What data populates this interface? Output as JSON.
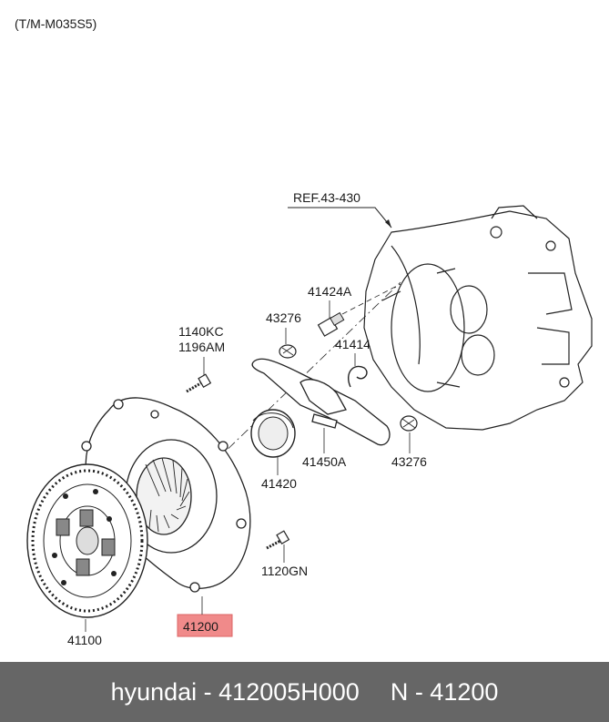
{
  "header": {
    "code": "(T/M-M035S5)"
  },
  "diagram": {
    "ref_label": "REF.43-430",
    "labels": {
      "p41424A": "41424A",
      "p43276_top": "43276",
      "p41414": "41414",
      "p1140KC": "1140KC",
      "p1196AM": "1196AM",
      "p41420": "41420",
      "p41450A": "41450A",
      "p43276_bottom": "43276",
      "p1120GN": "1120GN",
      "p41100": "41100",
      "p41200": "41200"
    },
    "highlight_color": "#f08a8a"
  },
  "footer": {
    "brand_part": "hyundai - 412005H000",
    "ref_part": "N - 41200",
    "background": "#666666"
  }
}
